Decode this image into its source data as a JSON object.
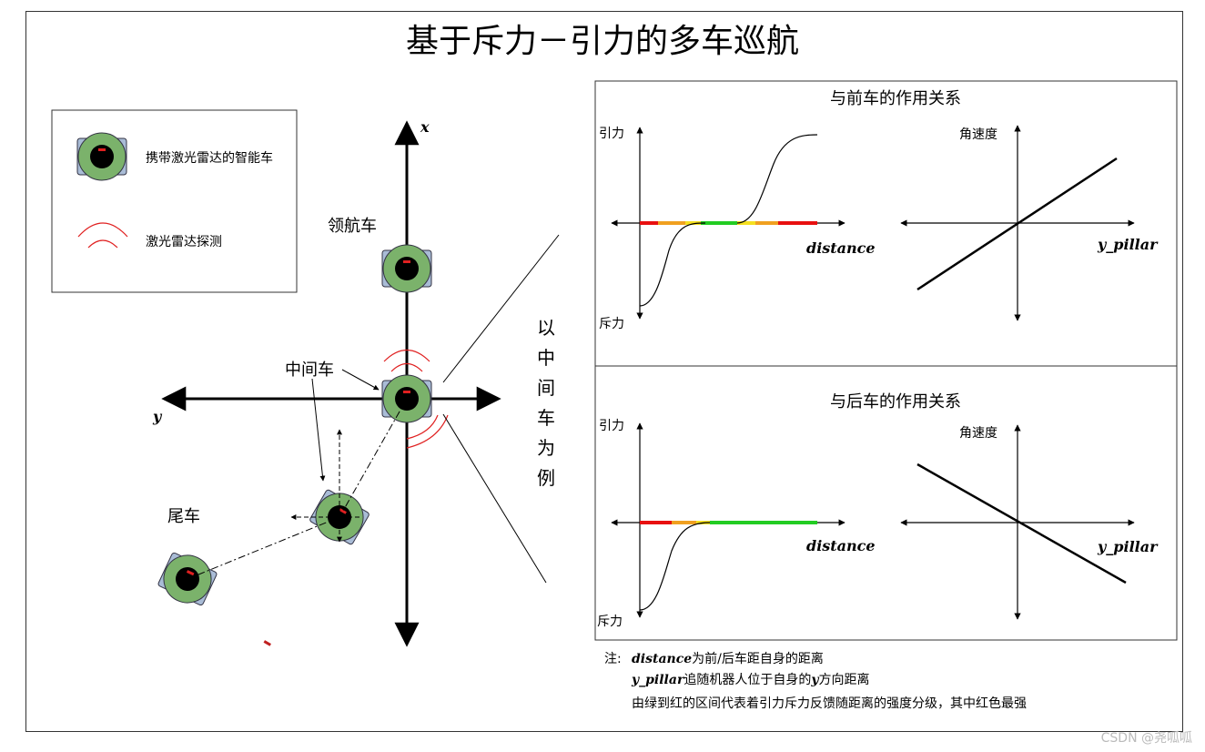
{
  "title": "基于斥力－引力的多车巡航",
  "legend": {
    "car": "携带激光雷达的智能车",
    "lidar": "激光雷达探测"
  },
  "scene": {
    "axis_x": "x",
    "axis_y": "y",
    "leader": "领航车",
    "middle": "中间车",
    "tail": "尾车"
  },
  "side_label": [
    "以",
    "中",
    "间",
    "车",
    "为",
    "例"
  ],
  "front_panel": {
    "title": "与前车的作用关系",
    "left": {
      "y_top": "引力",
      "y_bottom": "斥力",
      "x_label": "distance"
    },
    "right": {
      "y_label": "角速度",
      "x_label": "y_pillar"
    }
  },
  "rear_panel": {
    "title": "与后车的作用关系",
    "left": {
      "y_top": "引力",
      "y_bottom": "斥力",
      "x_label": "distance"
    },
    "right": {
      "y_label": "角速度",
      "x_label": "y_pillar"
    }
  },
  "notes": {
    "prefix": "注:",
    "n1_term": "distance",
    "n1_text": "为前/后车距自身的距离",
    "n2_term": "y_pillar",
    "n2_text_a": "追随机器人位于自身的",
    "n2_y": "y",
    "n2_text_b": "方向距离",
    "n3": "由绿到红的区间代表着引力斥力反馈随距离的强度分级，其中红色最强"
  },
  "watermark": "CSDN @尧呱呱",
  "colors": {
    "car_body": "#7bb26b",
    "car_wheel": "#a9bcd6",
    "lidar_arc": "#e02020",
    "band_red": "#e81010",
    "band_orange": "#f0a020",
    "band_yellow": "#f5e020",
    "band_green": "#22cc22"
  }
}
